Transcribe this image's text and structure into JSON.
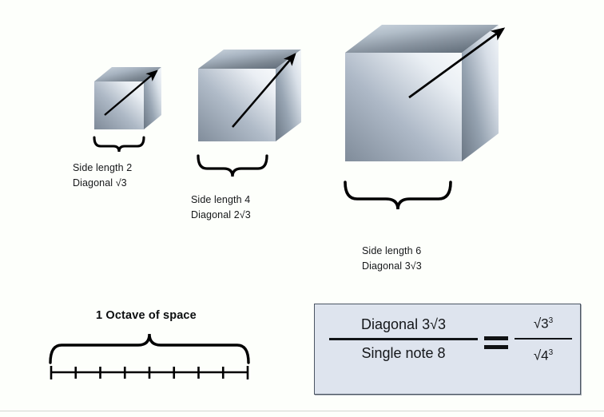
{
  "page": {
    "background_color": "#fdfffb",
    "divider_color": "#d3d6d1"
  },
  "cubes": [
    {
      "id": "cube-small",
      "side_length_label": "Side length 2",
      "diagonal_label": "Diagonal √3",
      "side_length_value": 2,
      "diagonal_value": "√3"
    },
    {
      "id": "cube-medium",
      "side_length_label": "Side length 4",
      "diagonal_label": "Diagonal 2√3",
      "side_length_value": 4,
      "diagonal_value": "2√3"
    },
    {
      "id": "cube-large",
      "side_length_label": "Side length 6",
      "diagonal_label": "Diagonal 3√3",
      "side_length_value": 6,
      "diagonal_value": "3√3"
    }
  ],
  "octave": {
    "title": "1 Octave of space",
    "tick_count": 9,
    "segment_count": 8
  },
  "formula": {
    "left_numerator": "Diagonal 3√3",
    "left_denominator": "Single note 8",
    "equals": "=",
    "right_numerator_base": "√3",
    "right_numerator_exponent": "3",
    "right_denominator_base": "√4",
    "right_denominator_exponent": "3",
    "box_fill": "#dee4ee",
    "box_border": "#4b5563"
  },
  "colors": {
    "cube_light": "#f4f6f8",
    "cube_mid": "#aab6c4",
    "cube_dark": "#6b7785",
    "cube_top_dark": "#5d6875",
    "arrow": "#000000",
    "text": "#16181a"
  }
}
